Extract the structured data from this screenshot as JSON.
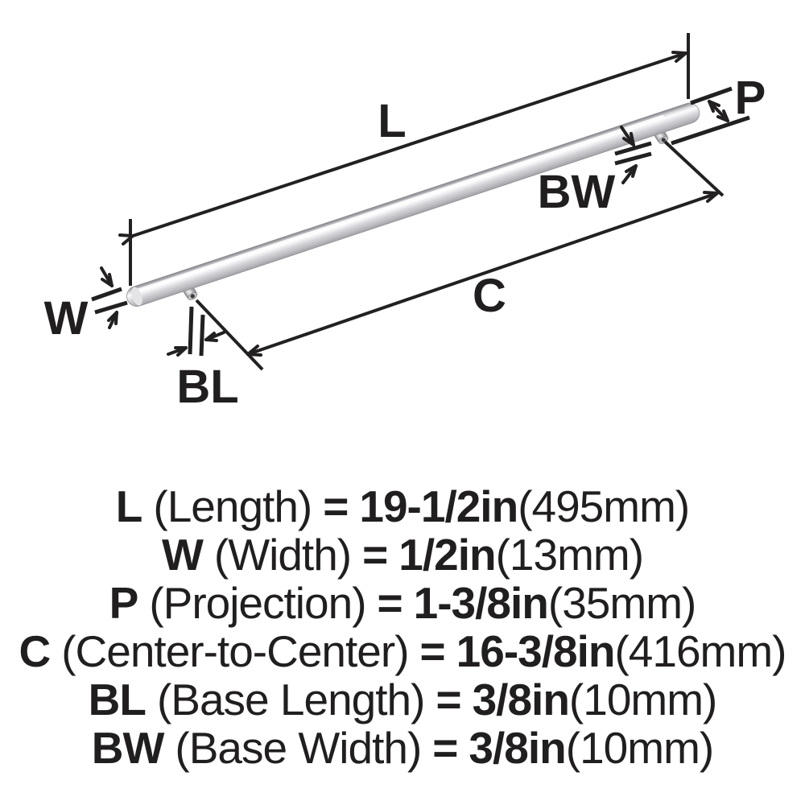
{
  "colors": {
    "ink": "#231f20",
    "background": "#ffffff",
    "metal_highlight": "#ffffff",
    "metal_light": "#e9e9eb",
    "metal_dark": "#848488"
  },
  "diagram": {
    "labels": {
      "length": "L",
      "width": "W",
      "projection": "P",
      "center_to_center": "C",
      "base_length": "BL",
      "base_width": "BW"
    }
  },
  "legend": {
    "rows": [
      {
        "symbol": "L",
        "name": "(Length)",
        "equals": "=",
        "imperial": "19-1/2in",
        "metric": "(495mm)"
      },
      {
        "symbol": "W",
        "name": "(Width)",
        "equals": "=",
        "imperial": "1/2in",
        "metric": "(13mm)"
      },
      {
        "symbol": "P",
        "name": "(Projection)",
        "equals": "=",
        "imperial": "1-3/8in",
        "metric": "(35mm)"
      },
      {
        "symbol": "C",
        "name": "(Center-to-Center)",
        "equals": "=",
        "imperial": "16-3/8in",
        "metric": "(416mm)"
      },
      {
        "symbol": "BL",
        "name": "(Base Length)",
        "equals": "=",
        "imperial": "3/8in",
        "metric": "(10mm)"
      },
      {
        "symbol": "BW",
        "name": "(Base Width)",
        "equals": "=",
        "imperial": "3/8in",
        "metric": "(10mm)"
      }
    ]
  }
}
